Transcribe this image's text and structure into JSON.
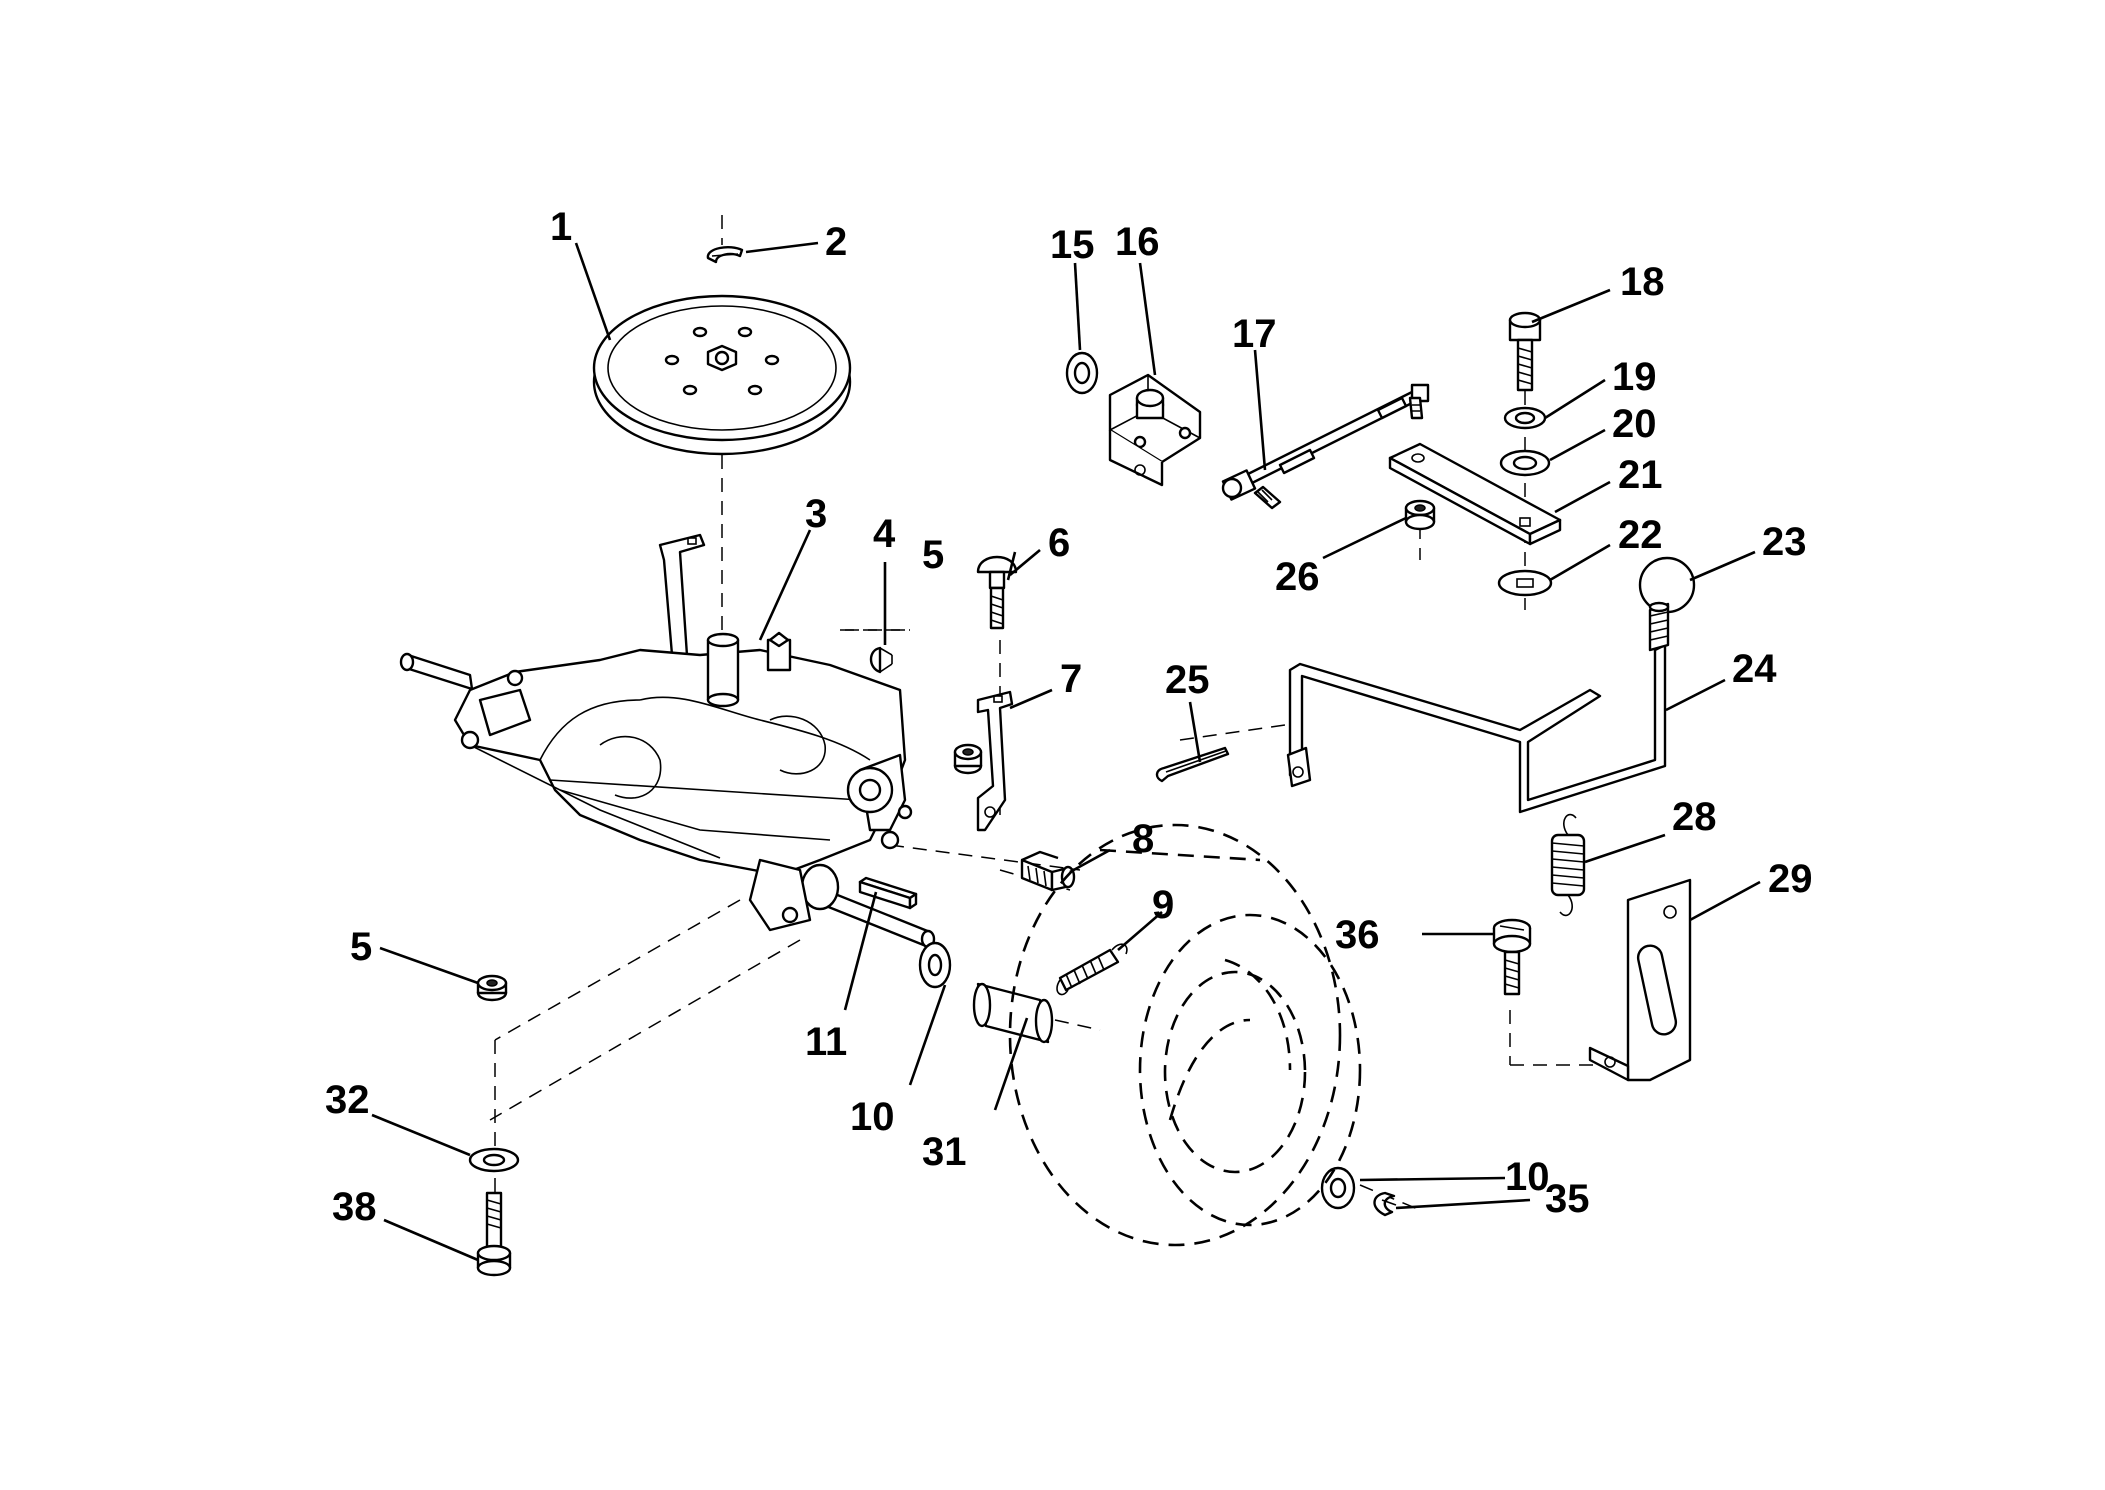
{
  "labels": {
    "p1": "1",
    "p2": "2",
    "p3": "3",
    "p4": "4",
    "p5a": "5",
    "p5b": "5",
    "p6": "6",
    "p7": "7",
    "p8": "8",
    "p9": "9",
    "p10a": "10",
    "p10b": "10",
    "p11": "11",
    "p15": "15",
    "p16": "16",
    "p17": "17",
    "p18": "18",
    "p19": "19",
    "p20": "20",
    "p21": "21",
    "p22": "22",
    "p23": "23",
    "p24": "24",
    "p25": "25",
    "p26": "26",
    "p28": "28",
    "p29": "29",
    "p31": "31",
    "p32": "32",
    "p35": "35",
    "p36": "36",
    "p38": "38"
  }
}
